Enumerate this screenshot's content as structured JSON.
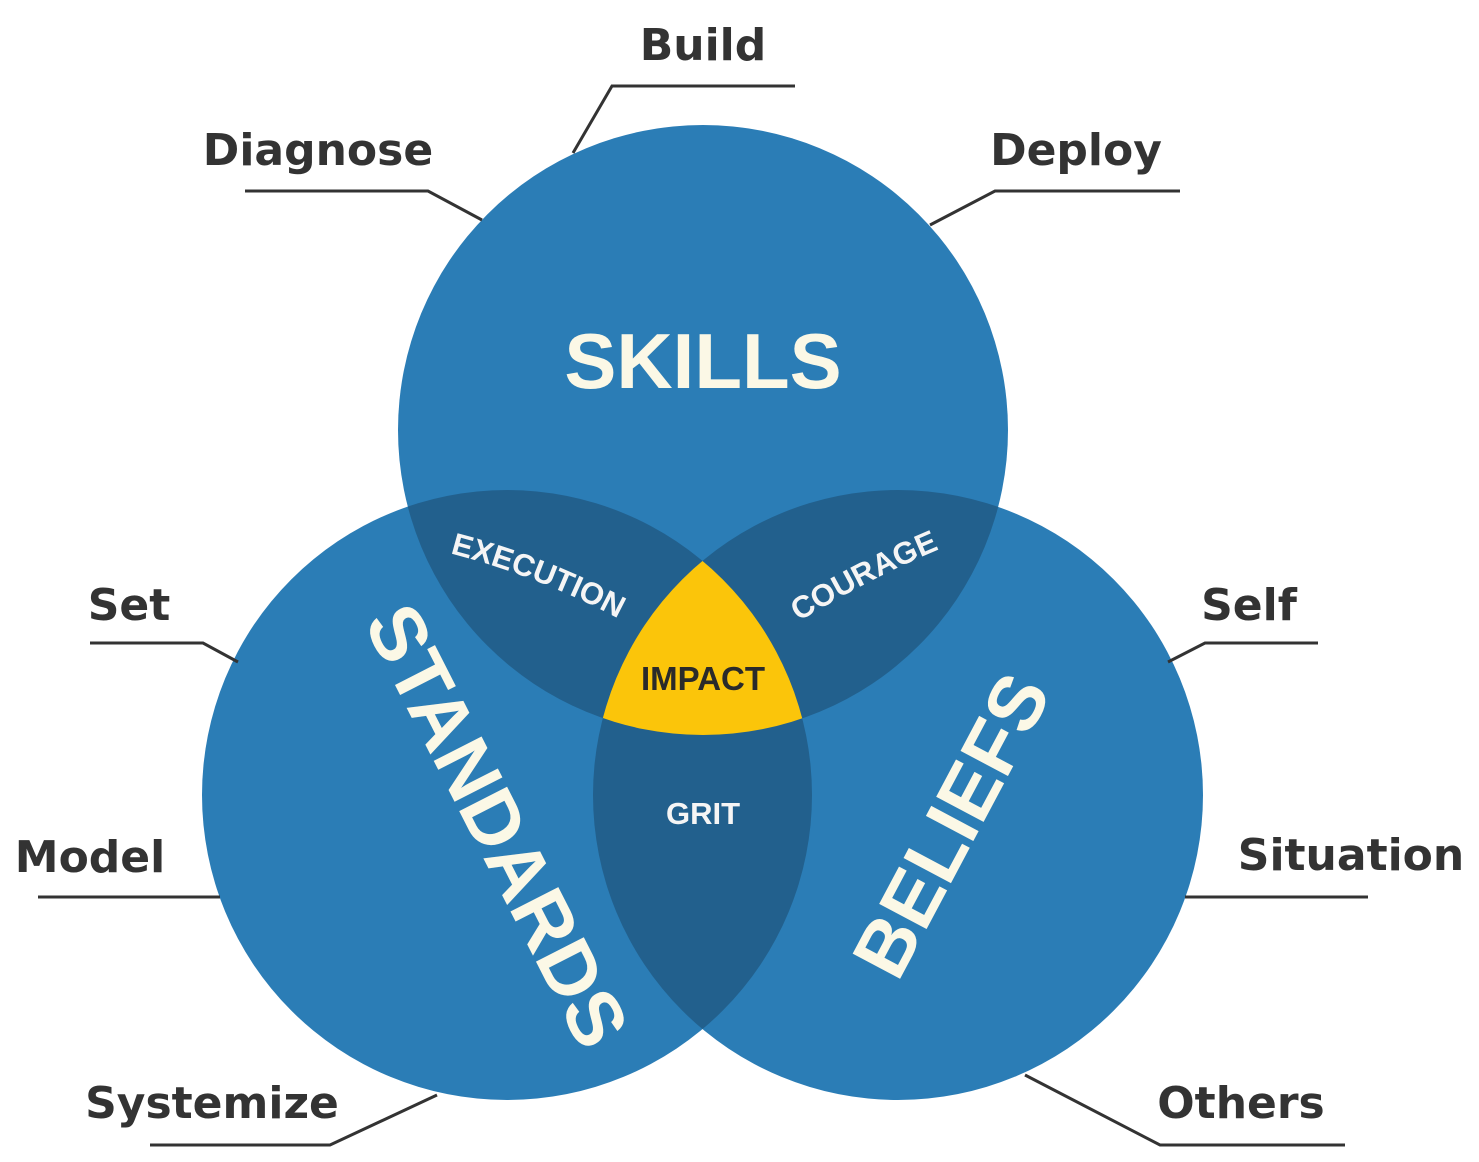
{
  "diagram": {
    "colors": {
      "circle_fill": "#2b7db6",
      "pair_overlap_fill": "#22608d",
      "center_fill": "#fbc50a",
      "circle_text": "#fbf8e6",
      "overlap_text": "#f5f5f5",
      "center_text": "#2a2a2a",
      "outer_text": "#333333",
      "leader_line": "#333333"
    },
    "circles": {
      "skills": "SKILLS",
      "standards": "STANDARDS",
      "beliefs": "BELIEFS"
    },
    "overlaps": {
      "skills_standards": "EXECUTION",
      "skills_beliefs": "COURAGE",
      "standards_beliefs": "GRIT",
      "all_three": "IMPACT"
    },
    "outer_labels": {
      "skills": [
        "Build",
        "Diagnose",
        "Deploy"
      ],
      "standards": [
        "Set",
        "Model",
        "Systemize"
      ],
      "beliefs": [
        "Self",
        "Situation",
        "Others"
      ]
    }
  }
}
